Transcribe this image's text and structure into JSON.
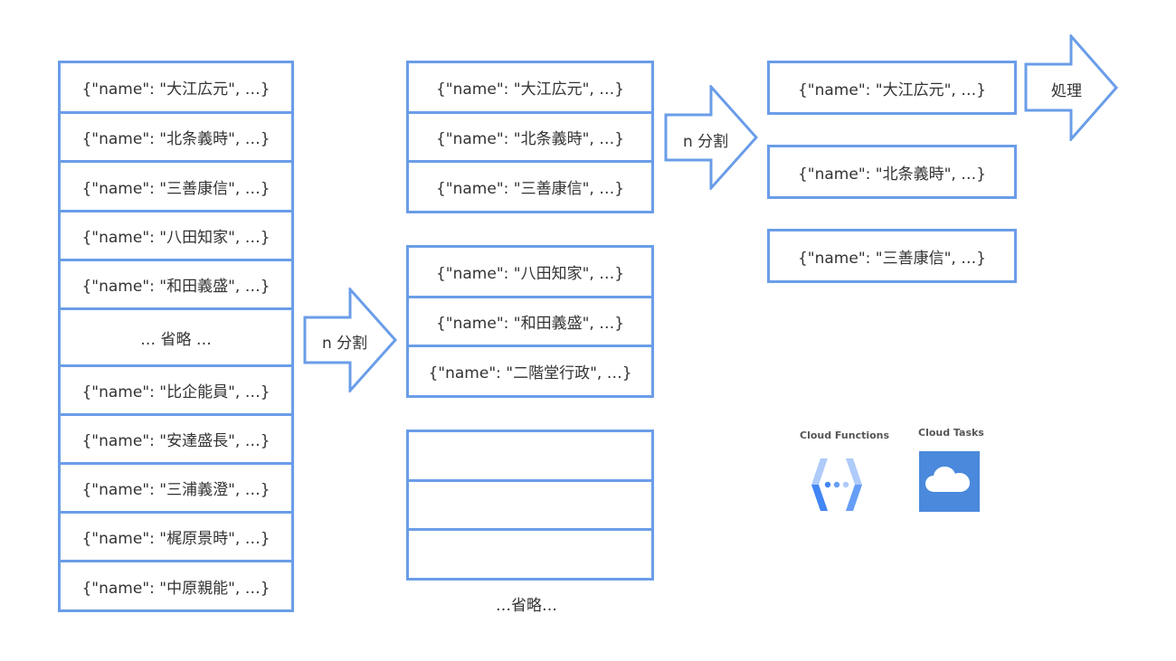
{
  "records": {
    "col1": [
      "{\"name\": \"大江広元\", …}",
      "{\"name\": \"北条義時\", …}",
      "{\"name\": \"三善康信\", …}",
      "{\"name\": \"八田知家\", …}",
      "{\"name\": \"和田義盛\", …}",
      "… 省略 …",
      "{\"name\": \"比企能員\", …}",
      "{\"name\": \"安達盛長\", …}",
      "{\"name\": \"三浦義澄\", …}",
      "{\"name\": \"梶原景時\", …}",
      "{\"name\": \"中原親能\", …}"
    ],
    "col2_group1": [
      "{\"name\": \"大江広元\", …}",
      "{\"name\": \"北条義時\", …}",
      "{\"name\": \"三善康信\", …}"
    ],
    "col2_group2": [
      "{\"name\": \"八田知家\", …}",
      "{\"name\": \"和田義盛\", …}",
      "{\"name\": \"二階堂行政\", …}"
    ],
    "col2_group3": [
      "",
      "",
      ""
    ],
    "col2_caption": "…省略…",
    "col3": [
      "{\"name\": \"大江広元\", …}",
      "{\"name\": \"北条義時\", …}",
      "{\"name\": \"三善康信\", …}"
    ]
  },
  "arrows": {
    "split1": "n 分割",
    "split2": "n 分割",
    "process": "処理"
  },
  "logos": {
    "functions_label": "Cloud Functions",
    "tasks_label": "Cloud Tasks",
    "functions_icon": "cloud-functions-icon",
    "tasks_icon": "cloud-tasks-icon"
  },
  "colors": {
    "border": "#6a9de8",
    "tasks_bg": "#4a89dc",
    "functions_blue": "#5b8def"
  }
}
